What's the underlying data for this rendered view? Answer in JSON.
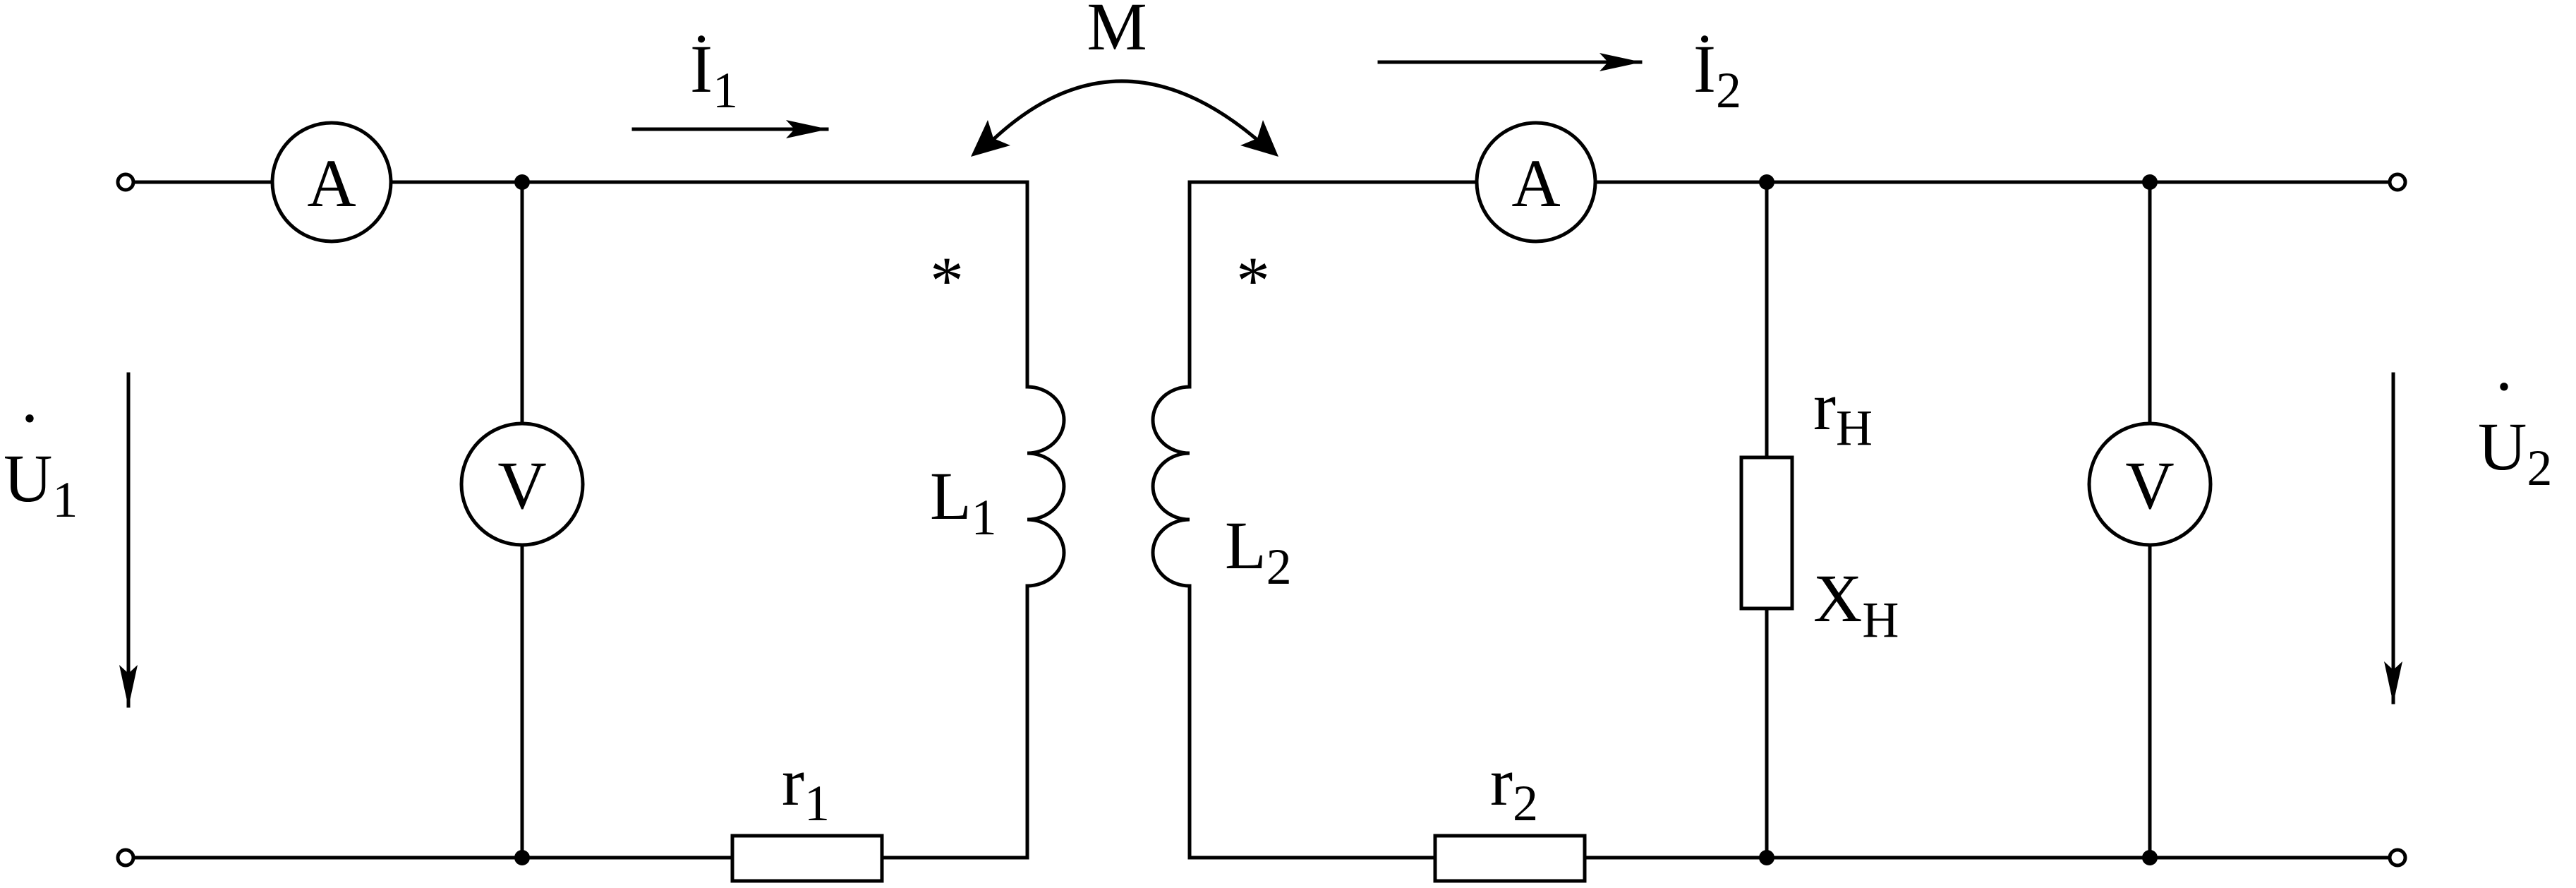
{
  "diagram": {
    "mutual_inductance": "M",
    "primary": {
      "current_label": "İ",
      "current_sub": "1",
      "voltage_label": "U",
      "voltage_sub": "1",
      "inductor_label": "L",
      "inductor_sub": "1",
      "resistor_label": "r",
      "resistor_sub": "1",
      "ammeter": "A",
      "voltmeter": "V",
      "dot_mark": "*"
    },
    "secondary": {
      "current_label": "İ",
      "current_sub": "2",
      "voltage_label": "U",
      "voltage_sub": "2",
      "inductor_label": "L",
      "inductor_sub": "2",
      "resistor_label": "r",
      "resistor_sub": "2",
      "ammeter": "A",
      "voltmeter": "V",
      "dot_mark": "*"
    },
    "load": {
      "r_label": "r",
      "r_sub": "H",
      "x_label": "X",
      "x_sub": "H"
    },
    "voltage_dot": "·"
  }
}
